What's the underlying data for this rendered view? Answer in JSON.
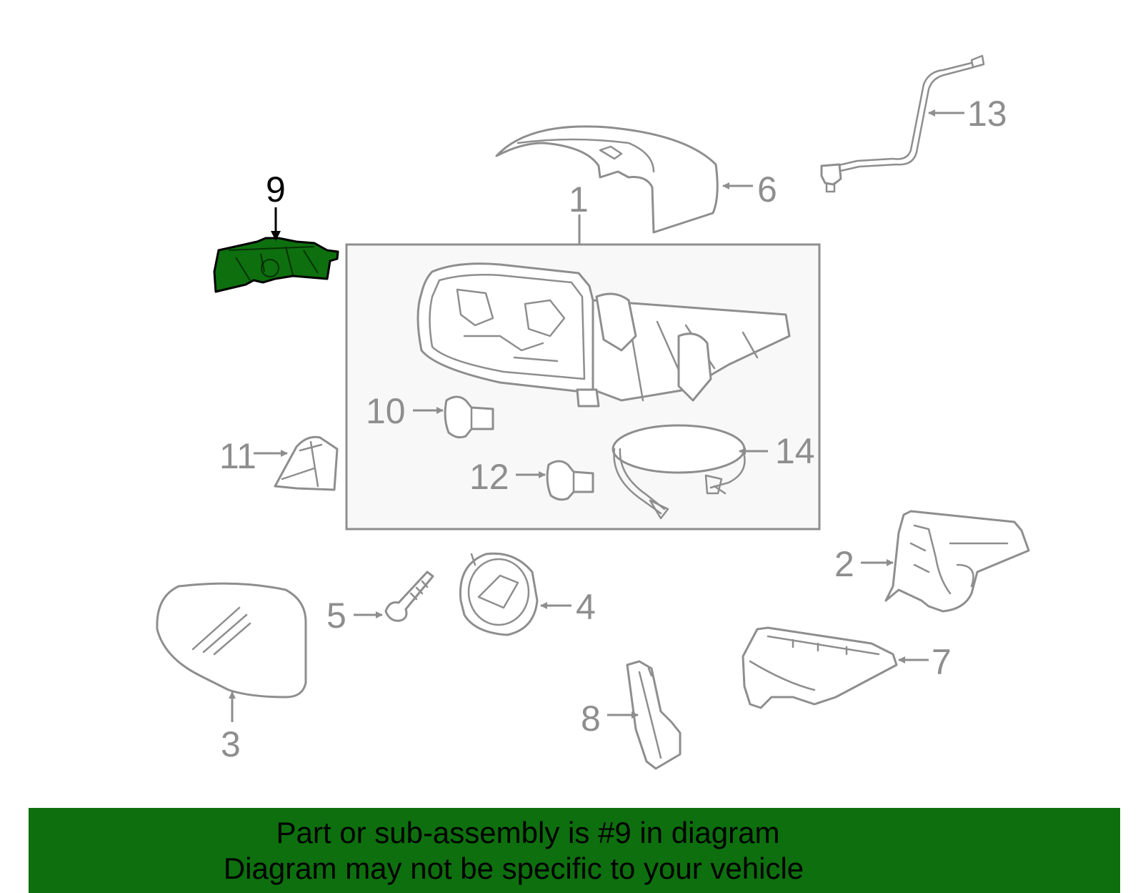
{
  "diagram": {
    "callouts": {
      "c1": "1",
      "c2": "2",
      "c3": "3",
      "c4": "4",
      "c5": "5",
      "c6": "6",
      "c7": "7",
      "c8": "8",
      "c9": "9",
      "c10": "10",
      "c11": "11",
      "c12": "12",
      "c13": "13",
      "c14": "14"
    },
    "highlighted_part": "9"
  },
  "colors": {
    "highlight": "#0e6f0e",
    "line": "#8e8e8e",
    "box_fill": "#f8f8f8"
  },
  "banner": {
    "line1": "Part or sub-assembly is #9 in diagram",
    "line2": "Diagram may not be specific to your vehicle"
  }
}
